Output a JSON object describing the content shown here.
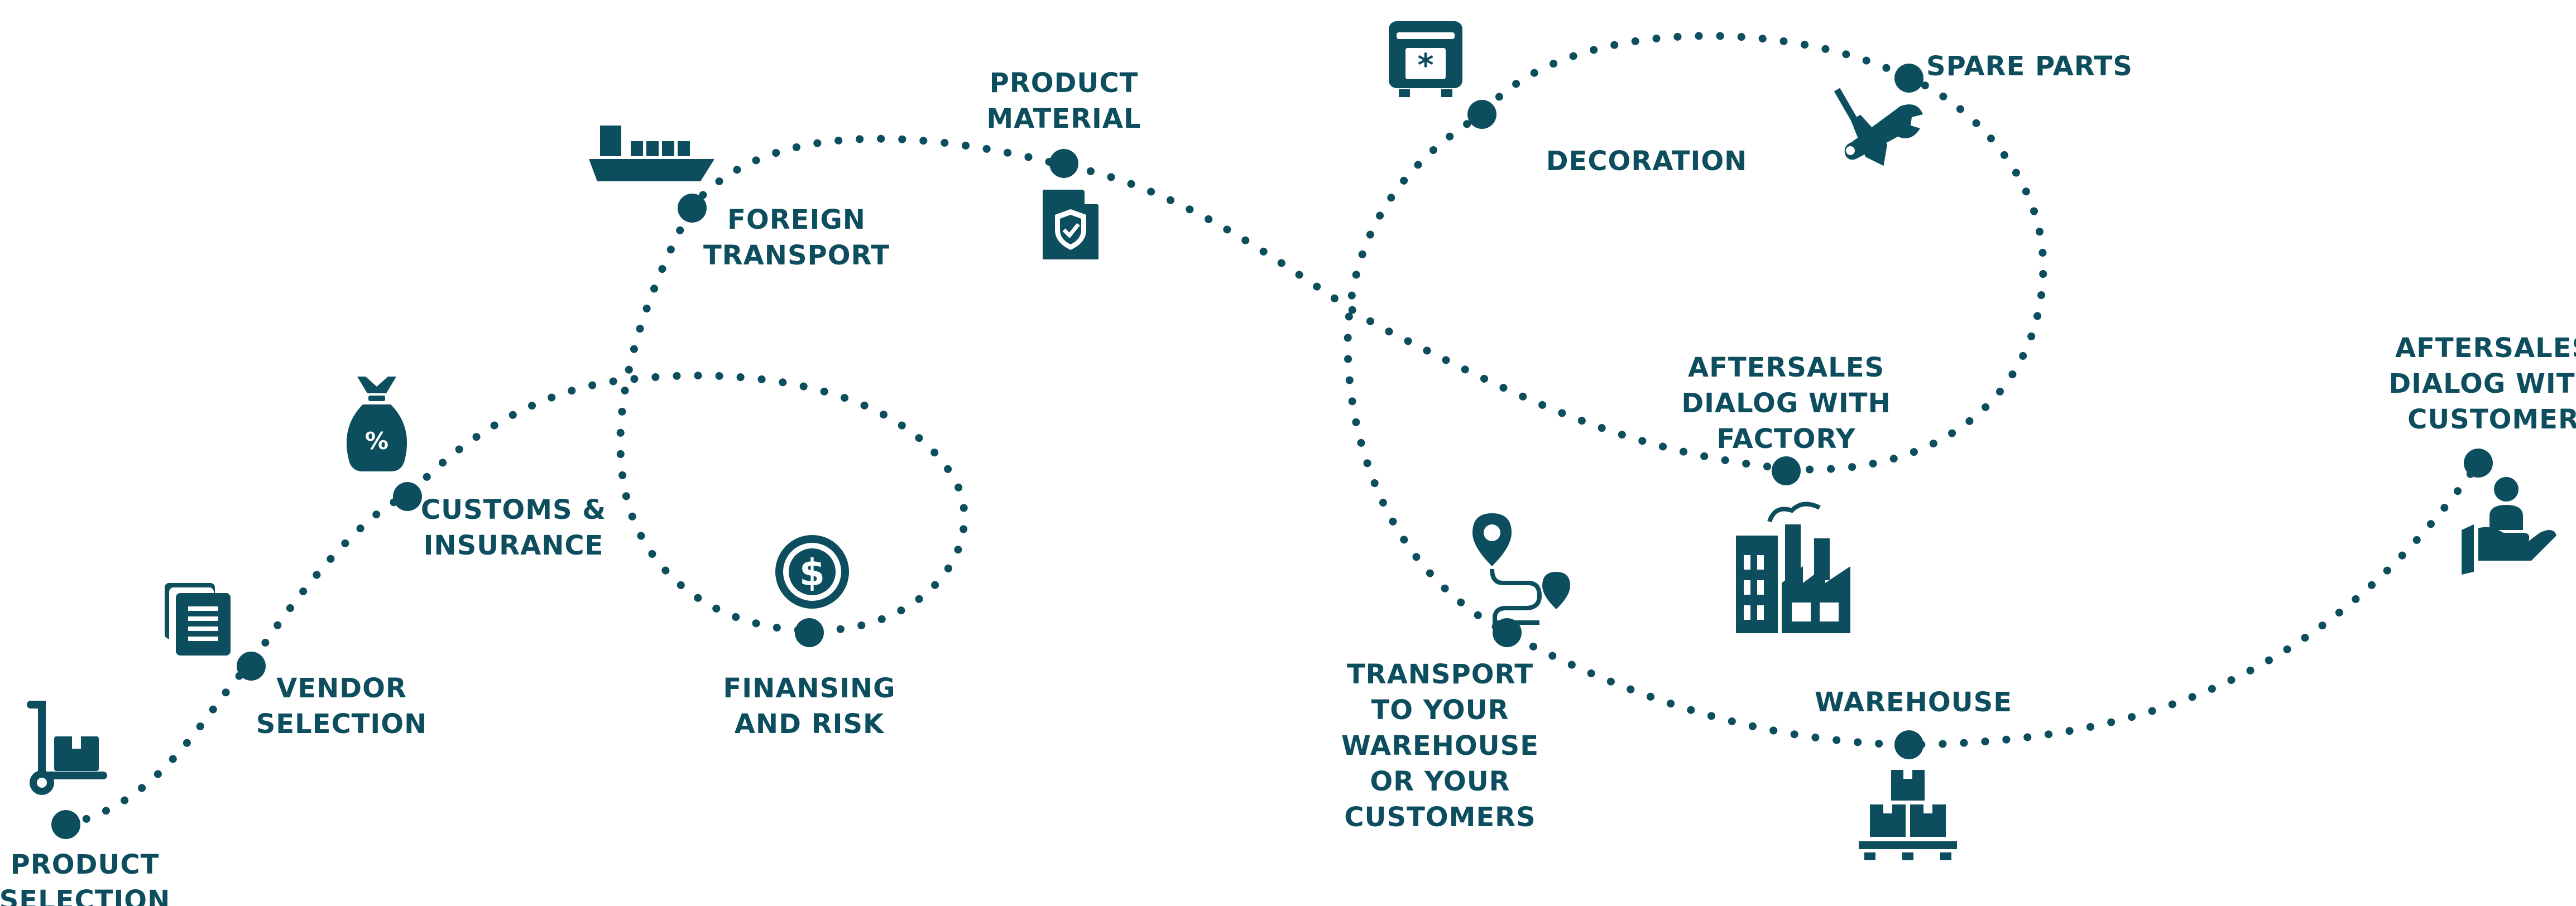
{
  "colors": {
    "primary": "#0c4d5e",
    "background": "#ffffff"
  },
  "stops": [
    {
      "id": "product-selection",
      "lines": [
        "PRODUCT",
        "SELECTION"
      ],
      "icon": "hand-truck-box-icon"
    },
    {
      "id": "vendor-selection",
      "lines": [
        "VENDOR",
        "SELECTION"
      ],
      "icon": "documents-icon"
    },
    {
      "id": "customs-insurance",
      "lines": [
        "CUSTOMS &",
        "INSURANCE"
      ],
      "icon": "money-bag-percent-icon"
    },
    {
      "id": "financing-risk",
      "lines": [
        "FINANSING",
        "AND RISK"
      ],
      "icon": "dollar-coin-icon"
    },
    {
      "id": "foreign-transport",
      "lines": [
        "FOREIGN",
        "TRANSPORT"
      ],
      "icon": "cargo-ship-icon"
    },
    {
      "id": "product-material",
      "lines": [
        "PRODUCT",
        "MATERIAL"
      ],
      "icon": "shield-document-icon"
    },
    {
      "id": "decoration",
      "lines": [
        "DECORATION"
      ],
      "icon": "decoration-machine-icon"
    },
    {
      "id": "spare-parts",
      "lines": [
        "SPARE PARTS"
      ],
      "icon": "wrench-screwdriver-icon"
    },
    {
      "id": "aftersales-factory",
      "lines": [
        "AFTERSALES",
        "DIALOG WITH",
        "FACTORY"
      ],
      "icon": "factory-icon"
    },
    {
      "id": "transport-warehouse",
      "lines": [
        "TRANSPORT",
        "TO YOUR",
        "WAREHOUSE",
        "OR YOUR",
        "CUSTOMERS"
      ],
      "icon": "route-pins-icon"
    },
    {
      "id": "warehouse",
      "lines": [
        "WAREHOUSE"
      ],
      "icon": "pallet-boxes-icon"
    },
    {
      "id": "aftersales-customer",
      "lines": [
        "AFTERSALES",
        "DIALOG WITH",
        "CUSTOMER"
      ],
      "icon": "hand-person-icon"
    }
  ]
}
